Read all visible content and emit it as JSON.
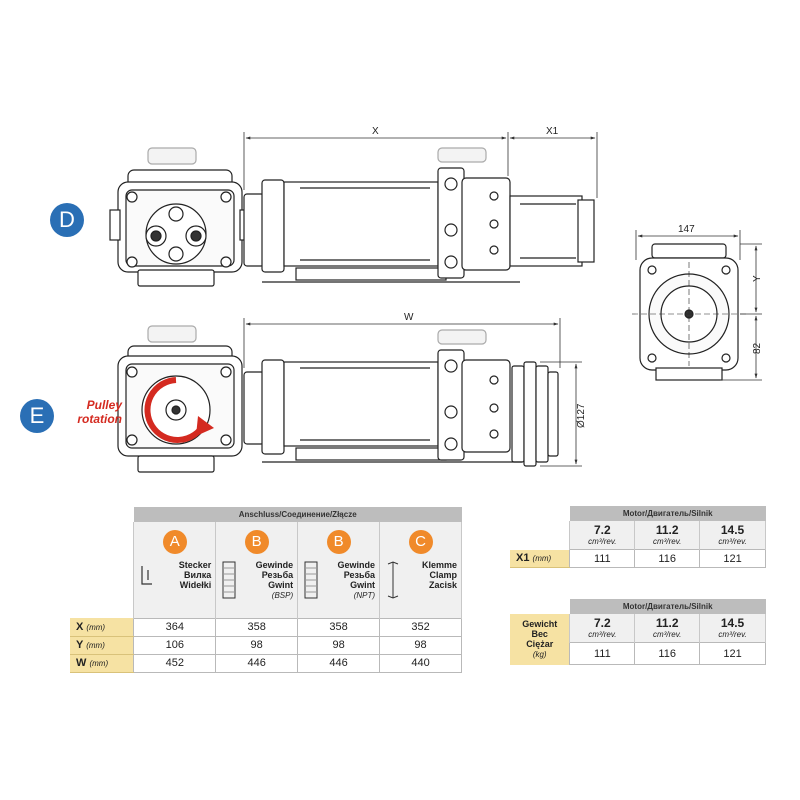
{
  "dimensions": {
    "x": "X",
    "x1": "X1",
    "w": "W",
    "width147": "147",
    "y": "Y",
    "h82": "82",
    "d127": "Ø127"
  },
  "views": {
    "d": "D",
    "e": "E",
    "pulley_line1": "Pulley",
    "pulley_line2": "rotation"
  },
  "connection_table": {
    "header": "Anschluss/Соединение/Złącze",
    "columns": [
      {
        "badge": "A",
        "l1": "Stecker",
        "l2": "Вилка",
        "l3": "Widełki",
        "l4": ""
      },
      {
        "badge": "B",
        "l1": "Gewinde",
        "l2": "Резьба",
        "l3": "Gwint",
        "l4": "(BSP)"
      },
      {
        "badge": "B",
        "l1": "Gewinde",
        "l2": "Резьба",
        "l3": "Gwint",
        "l4": "(NPT)"
      },
      {
        "badge": "C",
        "l1": "Klemme",
        "l2": "Clamp",
        "l3": "Zacisk",
        "l4": ""
      }
    ],
    "rows": [
      {
        "label": "X",
        "unit": "(mm)",
        "values": [
          "364",
          "358",
          "358",
          "352"
        ]
      },
      {
        "label": "Y",
        "unit": "(mm)",
        "values": [
          "106",
          "98",
          "98",
          "98"
        ]
      },
      {
        "label": "W",
        "unit": "(mm)",
        "values": [
          "452",
          "446",
          "446",
          "440"
        ]
      }
    ]
  },
  "motor_table_x1": {
    "header": "Motor/Двигатель/Silnik",
    "motors": [
      {
        "value": "7.2",
        "unit": "cm³/rev."
      },
      {
        "value": "11.2",
        "unit": "cm³/rev."
      },
      {
        "value": "14.5",
        "unit": "cm³/rev."
      }
    ],
    "row_label": "X1",
    "row_unit": "(mm)",
    "values": [
      "111",
      "116",
      "121"
    ]
  },
  "motor_table_weight": {
    "header": "Motor/Двигатель/Silnik",
    "motors": [
      {
        "value": "7.2",
        "unit": "cm³/rev."
      },
      {
        "value": "11.2",
        "unit": "cm³/rev."
      },
      {
        "value": "14.5",
        "unit": "cm³/rev."
      }
    ],
    "label_l1": "Gewicht",
    "label_l2": "Вес",
    "label_l3": "Ciężar",
    "label_unit": "(kg)",
    "values": [
      "111",
      "116",
      "121"
    ]
  },
  "colors": {
    "view_badge": "#2a6fb5",
    "connection_badge": "#f08a2a",
    "row_label_bg": "#f6e2a3",
    "header_bg": "#bdbdbd",
    "pulley_arrow": "#d42a20"
  }
}
